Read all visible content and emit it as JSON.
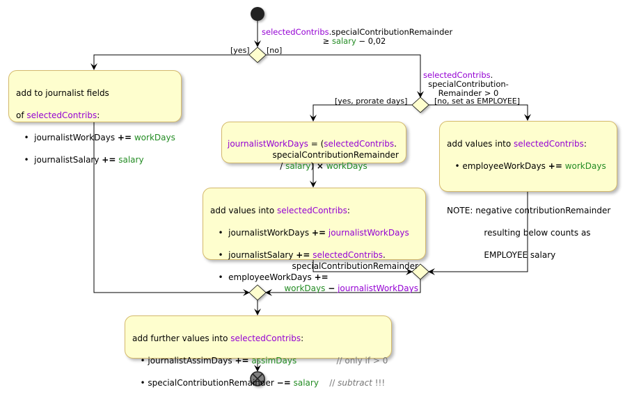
{
  "colors": {
    "box_fill": "#fefece",
    "box_border": "#d4b96b",
    "variable_purple": "#9400d3",
    "variable_green": "#228b22",
    "comment_gray": "#777777"
  },
  "start_node": {
    "icon": "filled-circle"
  },
  "end_node": {
    "icon": "circle-x"
  },
  "decision1": {
    "condition_var": "selectedContribs",
    "condition_rest": ".specialContributionRemainder",
    "condition_line2_prefix": "≥ ",
    "condition_line2_var": "salary",
    "condition_line2_rest": " − 0,02",
    "yes_label": "[yes]",
    "no_label": "[no]"
  },
  "box_journalist": {
    "line1": "add to journalist fields",
    "line2_prefix": "of ",
    "line2_var": "selectedContribs",
    "line2_suffix": ":",
    "items": [
      {
        "bullet": "•",
        "field": "journalistWorkDays",
        "op": "+=",
        "value": "workDays"
      },
      {
        "bullet": "•",
        "field": "journalistSalary",
        "op": "+=",
        "value": "salary"
      }
    ]
  },
  "decision2": {
    "condition_var": "selectedContribs",
    "condition_line1_suffix": ".",
    "condition_line2": "specialContribution-",
    "condition_line3": "Remainder > 0",
    "yes_label": "[yes, prorate days]",
    "no_label": "[no, set as EMPLOYEE]"
  },
  "box_prorate": {
    "var1": "journalistWorkDays",
    "eq": " = (",
    "var2": "selectedContribs",
    "dot": ".",
    "line2": "specialContributionRemainder",
    "line3_prefix": "/ ",
    "line3_var": "salary",
    "line3_mid": ") ",
    "line3_op": "×",
    "line3_var2": "workDays"
  },
  "box_add_prorated": {
    "header_prefix": "add values into ",
    "header_var": "selectedContribs",
    "header_suffix": ":",
    "item1_field": "journalistWorkDays",
    "item1_op": "+=",
    "item1_value": "journalistWorkDays",
    "item2_field": "journalistSalary",
    "item2_op": "+=",
    "item2_value": "selectedContribs",
    "item2_dot": ".",
    "item2_line2": "specialContributionRemainder",
    "item3_field": "employeeWorkDays",
    "item3_op": "+=",
    "item3_value1": "workDays",
    "item3_minus": "−",
    "item3_value2": "journalistWorkDays",
    "bullet": "•"
  },
  "box_employee": {
    "header_prefix": "add values into ",
    "header_var": "selectedContribs",
    "header_suffix": ":",
    "bullet": "•",
    "item_field": "employeeWorkDays",
    "item_op": "+=",
    "item_value": "workDays",
    "note_line1": "NOTE: negative contributionRemainder",
    "note_line2": "resulting below counts as",
    "note_line3": "EMPLOYEE salary"
  },
  "box_further": {
    "header_prefix": "add further values into ",
    "header_var": "selectedContribs",
    "header_suffix": ":",
    "bullet": "•",
    "item1_field": "journalistAssimDays",
    "item1_op": "+=",
    "item1_value": "assimDays",
    "item1_comment": "// only if > 0",
    "item2_field": "specialContributionRemainder",
    "item2_op": "−=",
    "item2_value": "salary",
    "item2_comment_prefix": "// ",
    "item2_comment_italic": "subtract",
    "item2_comment_suffix": " !!!"
  }
}
